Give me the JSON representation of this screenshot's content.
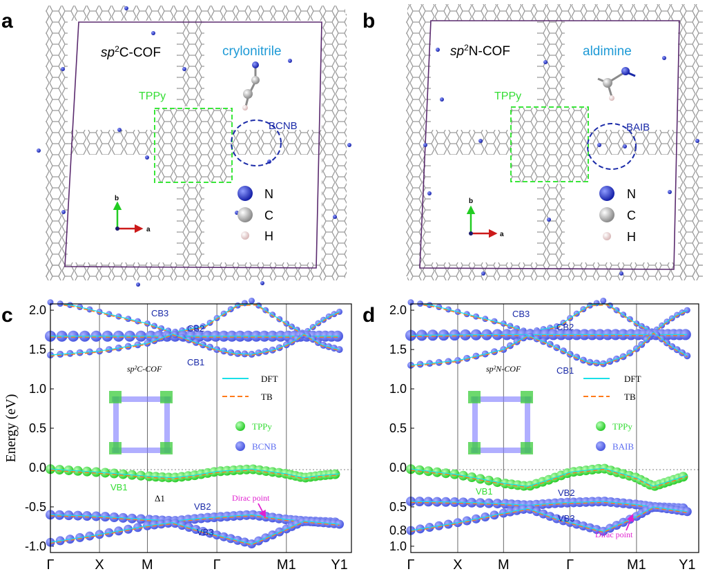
{
  "panels": {
    "a": {
      "letter": "a",
      "title_pre": "sp",
      "title_sup": "2",
      "title_post": "C-COF",
      "molecule": "crylonitrile",
      "core_label": "TPPy",
      "link_label": "BCNB",
      "axis_b": "b",
      "axis_a": "a",
      "legend": [
        "N",
        "C",
        "H"
      ]
    },
    "b": {
      "letter": "b",
      "title_pre": "sp",
      "title_sup": "2",
      "title_post": "N-COF",
      "molecule": "aldimine",
      "core_label": "TPPy",
      "link_label": "BAIB",
      "axis_b": "b",
      "axis_a": "a",
      "legend": [
        "N",
        "C",
        "H"
      ]
    },
    "c": {
      "letter": "c",
      "ylabel": "Energy (eV)",
      "inset_title": "sp²C-COF",
      "legend_dft": "DFT",
      "legend_tb": "TB",
      "legend_core": "TPPy",
      "legend_link": "BCNB",
      "band_labels": [
        "CB3",
        "CB2",
        "CB1",
        "VB1",
        "VB2",
        "VB3"
      ],
      "delta_label": "Δ1",
      "dirac_label": "Dirac point",
      "yticks": [
        "2.0",
        "1.5",
        "1.0",
        "0.5",
        "0.0",
        "-0.5",
        "-1.0"
      ],
      "xticks": [
        "Γ",
        "X",
        "M",
        "Γ",
        "M1",
        "Y1"
      ]
    },
    "d": {
      "letter": "d",
      "inset_title": "sp²N-COF",
      "legend_dft": "DFT",
      "legend_tb": "TB",
      "legend_core": "TPPy",
      "legend_link": "BAIB",
      "band_labels": [
        "CB3",
        "CB2",
        "CB1",
        "VB1",
        "VB2",
        "VB3"
      ],
      "dirac_label": "Dirac point",
      "yticks": [
        "2.0",
        "1.5",
        "1.0",
        "0.5",
        "0.0",
        "0.5",
        "0.8",
        "1.0"
      ],
      "xticks": [
        "Γ",
        "X",
        "M",
        "Γ",
        "M1",
        "Y1"
      ]
    }
  },
  "colors": {
    "frame": "#5a2a6e",
    "core_box": "#39e639",
    "link_circle": "#1a2aa8",
    "title_blue": "#1e9ad6",
    "core_green": "#33dd33",
    "link_blue": "#5c6cf0",
    "dft": "#19e0e8",
    "tb": "#ff7a1a",
    "dirac": "#e020d0"
  },
  "chart_data": [
    {
      "type": "line",
      "title": "",
      "ylabel": "Energy (eV)",
      "xlabel": "",
      "categories": [
        "Γ",
        "X",
        "M",
        "Γ",
        "M1",
        "Y1"
      ],
      "ylim": [
        -1.08,
        2.08
      ],
      "series": [
        {
          "name": "CB3",
          "x": [
            0,
            0.07,
            0.15,
            0.28,
            0.41,
            0.55,
            0.6,
            0.68,
            0.75,
            0.82,
            0.9,
            1.0,
            1.07,
            1.14,
            1.2
          ],
          "y": [
            2.1,
            2.06,
            1.98,
            1.85,
            1.72,
            1.8,
            1.9,
            2.05,
            2.12,
            1.98,
            1.83,
            1.7,
            1.82,
            1.92,
            1.98
          ]
        },
        {
          "name": "CB2",
          "x": [
            0,
            0.3,
            0.6,
            0.9,
            1.2
          ],
          "y": [
            1.67,
            1.67,
            1.67,
            1.67,
            1.67
          ]
        },
        {
          "name": "CB1",
          "x": [
            0,
            0.15,
            0.3,
            0.41,
            0.5,
            0.6,
            0.68,
            0.75,
            0.85,
            0.95,
            1.0,
            1.1,
            1.2
          ],
          "y": [
            1.43,
            1.48,
            1.58,
            1.7,
            1.6,
            1.5,
            1.45,
            1.44,
            1.5,
            1.62,
            1.7,
            1.56,
            1.5
          ]
        },
        {
          "name": "VB1",
          "x": [
            0,
            0.15,
            0.3,
            0.41,
            0.5,
            0.6,
            0.75,
            0.9,
            1.0,
            1.1,
            1.2
          ],
          "y": [
            -0.02,
            -0.06,
            -0.11,
            -0.13,
            -0.1,
            -0.05,
            -0.02,
            -0.08,
            -0.13,
            -0.1,
            -0.08
          ]
        },
        {
          "name": "VB2",
          "x": [
            0,
            0.15,
            0.3,
            0.41,
            0.55,
            0.75,
            0.9,
            1.0,
            1.2
          ],
          "y": [
            -0.6,
            -0.62,
            -0.66,
            -0.68,
            -0.64,
            -0.6,
            -0.66,
            -0.68,
            -0.7
          ]
        },
        {
          "name": "VB3",
          "x": [
            0,
            0.15,
            0.3,
            0.41,
            0.55,
            0.75,
            0.9,
            1.0,
            1.2
          ],
          "y": [
            -0.95,
            -0.85,
            -0.74,
            -0.7,
            -0.82,
            -0.97,
            -0.78,
            -0.68,
            -0.72
          ]
        }
      ]
    },
    {
      "type": "line",
      "title": "",
      "ylabel": "",
      "xlabel": "",
      "categories": [
        "Γ",
        "X",
        "M",
        "Γ",
        "M1",
        "Y1"
      ],
      "ylim": [
        -1.08,
        2.08
      ],
      "series": [
        {
          "name": "CB3",
          "x": [
            0,
            0.07,
            0.15,
            0.28,
            0.41,
            0.55,
            0.6,
            0.68,
            0.75,
            0.82,
            0.9,
            1.0,
            1.07,
            1.14,
            1.2
          ],
          "y": [
            2.1,
            2.06,
            1.98,
            1.85,
            1.72,
            1.8,
            1.9,
            2.05,
            2.12,
            1.98,
            1.83,
            1.72,
            1.84,
            1.94,
            2.0
          ]
        },
        {
          "name": "CB2",
          "x": [
            0,
            0.3,
            0.6,
            0.9,
            1.2
          ],
          "y": [
            1.68,
            1.69,
            1.69,
            1.69,
            1.69
          ]
        },
        {
          "name": "CB1",
          "x": [
            0,
            0.15,
            0.3,
            0.41,
            0.5,
            0.6,
            0.68,
            0.75,
            0.85,
            0.95,
            1.0,
            1.1,
            1.2
          ],
          "y": [
            1.3,
            1.36,
            1.5,
            1.68,
            1.58,
            1.44,
            1.34,
            1.32,
            1.42,
            1.6,
            1.72,
            1.55,
            1.42
          ]
        },
        {
          "name": "VB1",
          "x": [
            0,
            0.15,
            0.3,
            0.41,
            0.5,
            0.6,
            0.75,
            0.9,
            1.0,
            1.1,
            1.2
          ],
          "y": [
            -0.02,
            -0.09,
            -0.2,
            -0.24,
            -0.16,
            -0.06,
            -0.01,
            -0.13,
            -0.24,
            -0.17,
            -0.1
          ]
        },
        {
          "name": "VB2",
          "x": [
            0,
            0.15,
            0.3,
            0.41,
            0.55,
            0.75,
            0.9,
            1.0,
            1.2
          ],
          "y": [
            -0.43,
            -0.44,
            -0.46,
            -0.48,
            -0.45,
            -0.43,
            -0.47,
            -0.5,
            -0.52
          ]
        },
        {
          "name": "VB3",
          "x": [
            0,
            0.15,
            0.3,
            0.41,
            0.55,
            0.75,
            0.9,
            1.0,
            1.2
          ],
          "y": [
            -0.8,
            -0.7,
            -0.58,
            -0.52,
            -0.66,
            -0.81,
            -0.62,
            -0.5,
            -0.56
          ]
        }
      ]
    }
  ]
}
